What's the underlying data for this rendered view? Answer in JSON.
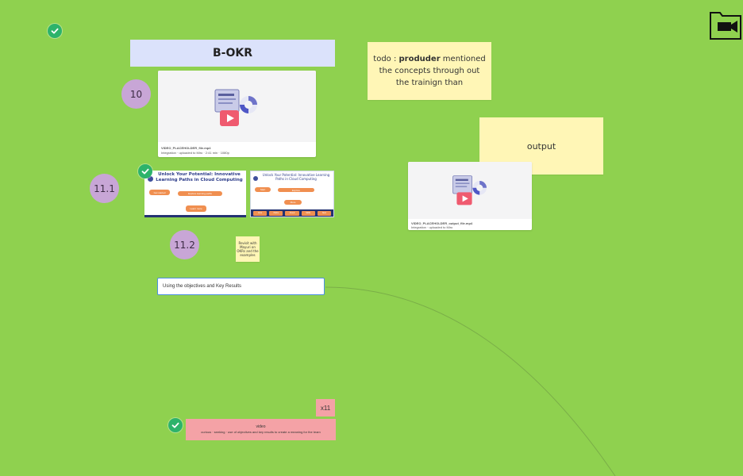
{
  "board": {
    "background": "#8fd14f"
  },
  "frame_icon": "frame-icon",
  "title_box": {
    "label": "B-OKR",
    "color": "#dbe2fb"
  },
  "todo_note": {
    "prefix": "todo : ",
    "bold": "produder",
    "rest": " mentioned the concepts through out the trainign than"
  },
  "output_note": {
    "label": "output"
  },
  "circles": {
    "c10": "10",
    "c11_1": "11.1",
    "c11_2": "11.2"
  },
  "video_card_main": {
    "line1": "VIDEO_PLACEHOLDER_file.mp4",
    "line2": "Integration · uploaded to Miro · 2:41 min · 1080p"
  },
  "video_card_output": {
    "line1": "VIDEO_PLACEHOLDER_output_file.mp4",
    "line2": "Integration · uploaded to Miro"
  },
  "slide_a": {
    "title": "Unlock Your Potential: Innovative Learning Paths in Cloud Computing",
    "pill1": "Get started",
    "pill2": "Explore learning paths",
    "pill3": "Learn more"
  },
  "slide_b": {
    "title": "Unlock Your Potential: Innovative Learning Paths in Cloud Computing",
    "pill1": "Start",
    "pill2": "Explore",
    "pill3": "More",
    "tabs": [
      "Intro",
      "Paths",
      "Cloud",
      "Skills",
      "Next"
    ]
  },
  "small_note": {
    "text": "Revisit with Mayuri on OKRs and the examples"
  },
  "input_box": {
    "value": "Using the objectives and Key Results"
  },
  "tag_note": {
    "label": "x11"
  },
  "pink_note": {
    "line1": "video",
    "line2": "curious · seeking · use of objectives and key results to create a meaning for the team"
  },
  "connector_color": "#7fb84a"
}
